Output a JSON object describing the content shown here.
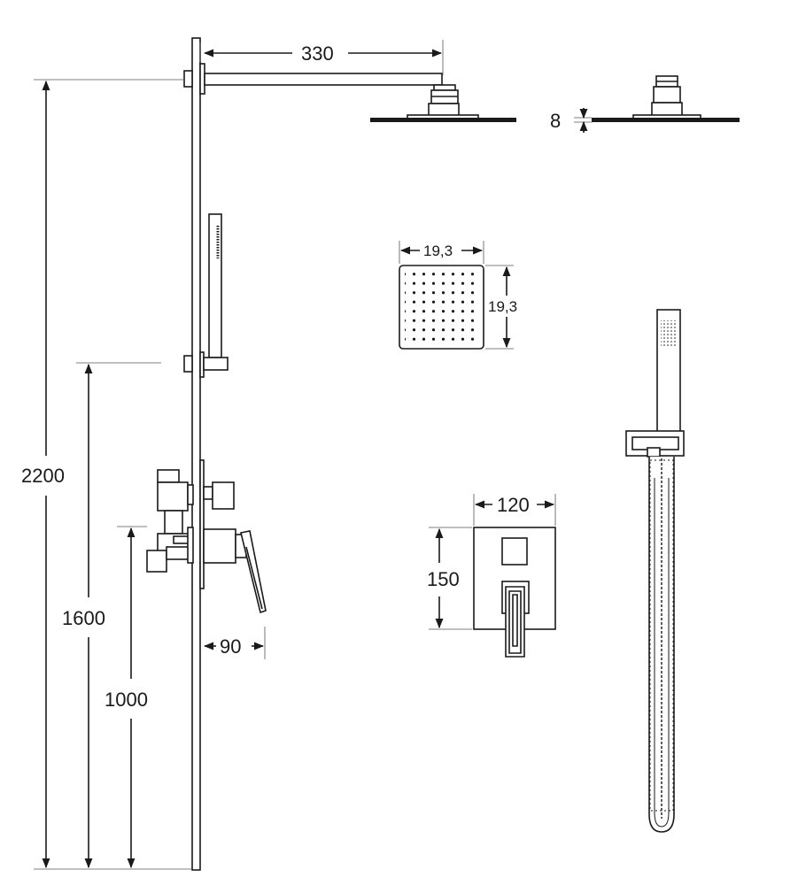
{
  "dimensions": {
    "arm_length": "330",
    "head_thickness": "8",
    "head_width": "19,3",
    "head_depth": "19,3",
    "total_height": "2200",
    "holder_height": "1600",
    "mixer_height": "1000",
    "mixer_projection": "90",
    "plate_width": "120",
    "plate_height": "150"
  },
  "colors": {
    "line": "#1a1a1a",
    "background": "#ffffff"
  }
}
